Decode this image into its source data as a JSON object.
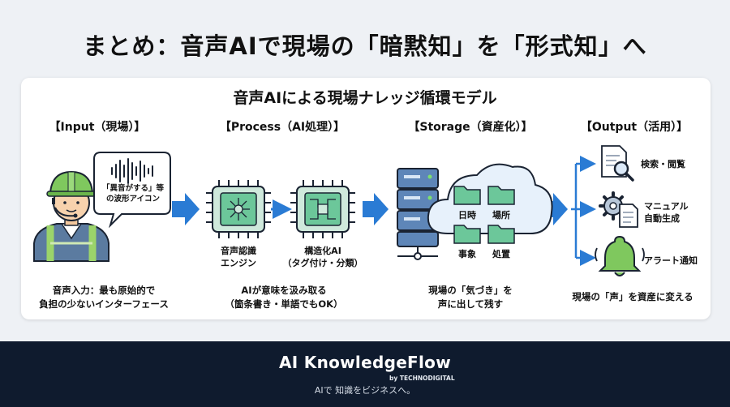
{
  "title": "まとめ：音声AIで現場の「暗黙知」を「形式知」へ",
  "model_title": "音声AIによる現場ナレッジ循環モデル",
  "columns": {
    "input": {
      "header": "【Input（現場）】",
      "bubble": "「異音がする」等の波形アイコン",
      "caption_1": "音声入力：最も原始的で",
      "caption_2": "負担の少ないインターフェース"
    },
    "process": {
      "header": "【Process（AI処理）】",
      "chip1_1": "音声認識",
      "chip1_2": "エンジン",
      "chip2_1": "構造化AI",
      "chip2_2": "（タグ付け・分類）",
      "caption_1": "AIが意味を汲み取る",
      "caption_2": "（箇条書き・単語でもOK）"
    },
    "storage": {
      "header": "【Storage（資産化）】",
      "tags": [
        "日時",
        "場所",
        "事象",
        "処置"
      ],
      "caption_1": "現場の「気づき」を",
      "caption_2": "声に出して残す"
    },
    "output": {
      "header": "【Output（活用）】",
      "items": [
        "検索・閲覧",
        "マニュアル自動生成",
        "アラート通知"
      ],
      "manual_1": "マニュアル",
      "manual_2": "自動生成",
      "caption": "現場の「声」を資産に変える"
    }
  },
  "footer": {
    "brand": "AI KnowledgeFlow",
    "by": "by TECHNODIGITAL",
    "tagline": "AIで 知識をビジネスへ。"
  },
  "colors": {
    "accent_blue": "#2a7bd4",
    "chip_green": "#6cc79a",
    "footer_bg": "#0f1b2e"
  }
}
